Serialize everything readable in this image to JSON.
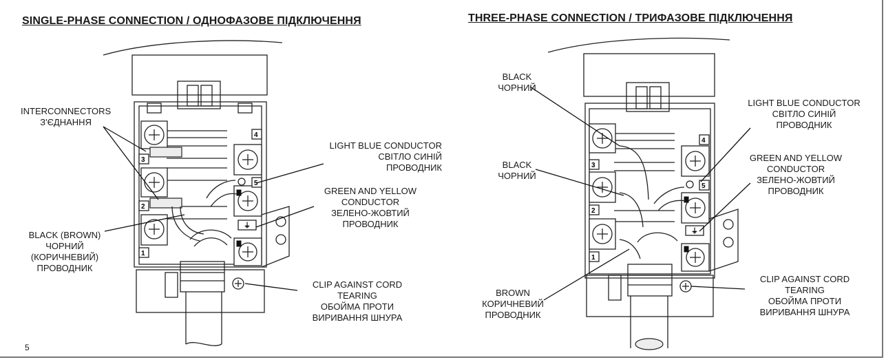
{
  "headings": {
    "single": "SINGLE-PHASE CONNECTION / ОДНОФАЗОВЕ ПІДКЛЮЧЕННЯ",
    "three": "THREE-PHASE CONNECTION / ТРИФАЗОВЕ ПІДКЛЮЧЕННЯ"
  },
  "single": {
    "interconnectors": [
      "INTERCONNECTORS",
      "З'ЄДНАННЯ"
    ],
    "light_blue": [
      "LIGHT BLUE CONDUCTOR",
      "СВІТЛО СИНІЙ",
      "ПРОВОДНИК"
    ],
    "green_yellow": [
      "GREEN AND YELLOW",
      "CONDUCTOR",
      "ЗЕЛЕНО-ЖОВТИЙ",
      "ПРОВОДНИК"
    ],
    "black_brown": [
      "BLACK (BROWN)",
      "ЧОРНИЙ",
      "(КОРИЧНЕВИЙ)",
      "ПРОВОДНИК"
    ],
    "clip": [
      "CLIP AGAINST CORD",
      "TEARING",
      "ОБОЙМА ПРОТИ",
      "ВИРИВАННЯ ШНУРА"
    ]
  },
  "three": {
    "black_top": [
      "BLACK",
      "ЧОРНИЙ"
    ],
    "black_mid": [
      "BLACK",
      "ЧОРНИЙ"
    ],
    "light_blue": [
      "LIGHT BLUE CONDUCTOR",
      "СВІТЛО СИНІЙ",
      "ПРОВОДНИК"
    ],
    "green_yellow": [
      "GREEN AND YELLOW",
      "CONDUCTOR",
      "ЗЕЛЕНО-ЖОВТИЙ",
      "ПРОВОДНИК"
    ],
    "brown": [
      "BROWN",
      "КОРИЧНЕВИЙ",
      "ПРОВОДНИК"
    ],
    "clip": [
      "CLIP AGAINST CORD",
      "TEARING",
      "ОБОЙМА ПРОТИ",
      "ВИРИВАННЯ ШНУРА"
    ]
  },
  "terminal_numbers": [
    "1",
    "2",
    "3",
    "4",
    "5"
  ],
  "page_number": "5"
}
